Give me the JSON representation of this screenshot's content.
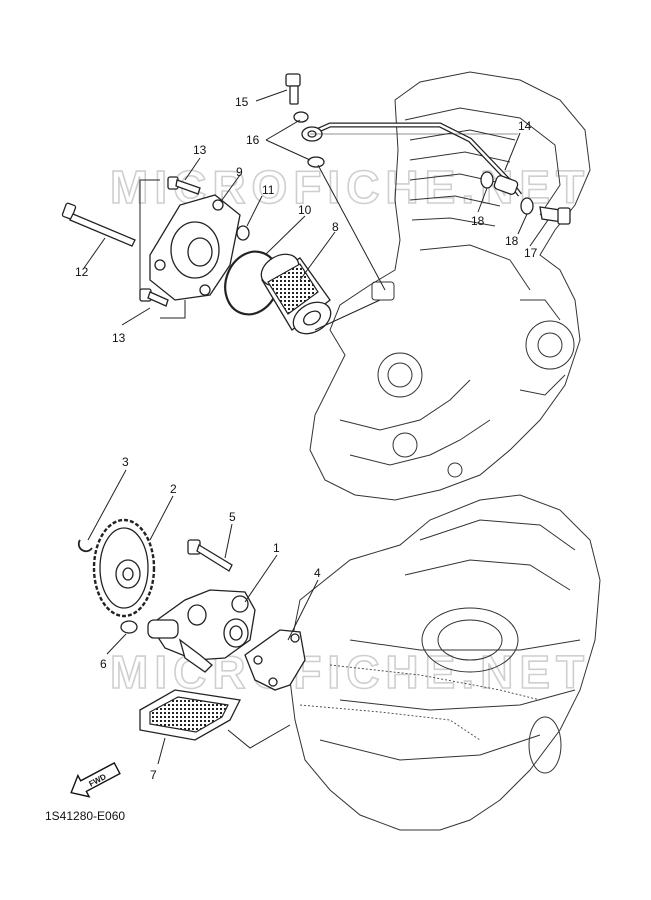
{
  "diagram": {
    "watermark": "MICROFICHE.NET",
    "code": "1S41280-E060",
    "fwd": "FWD",
    "callouts": {
      "p1": "1",
      "p2": "2",
      "p3": "3",
      "p4": "4",
      "p5": "5",
      "p6": "6",
      "p7": "7",
      "p8": "8",
      "p9": "9",
      "p10": "10",
      "p11": "11",
      "p12": "12",
      "p13a": "13",
      "p13b": "13",
      "p14": "14",
      "p15": "15",
      "p16": "16",
      "p17": "17",
      "p18a": "18",
      "p18b": "18"
    }
  }
}
